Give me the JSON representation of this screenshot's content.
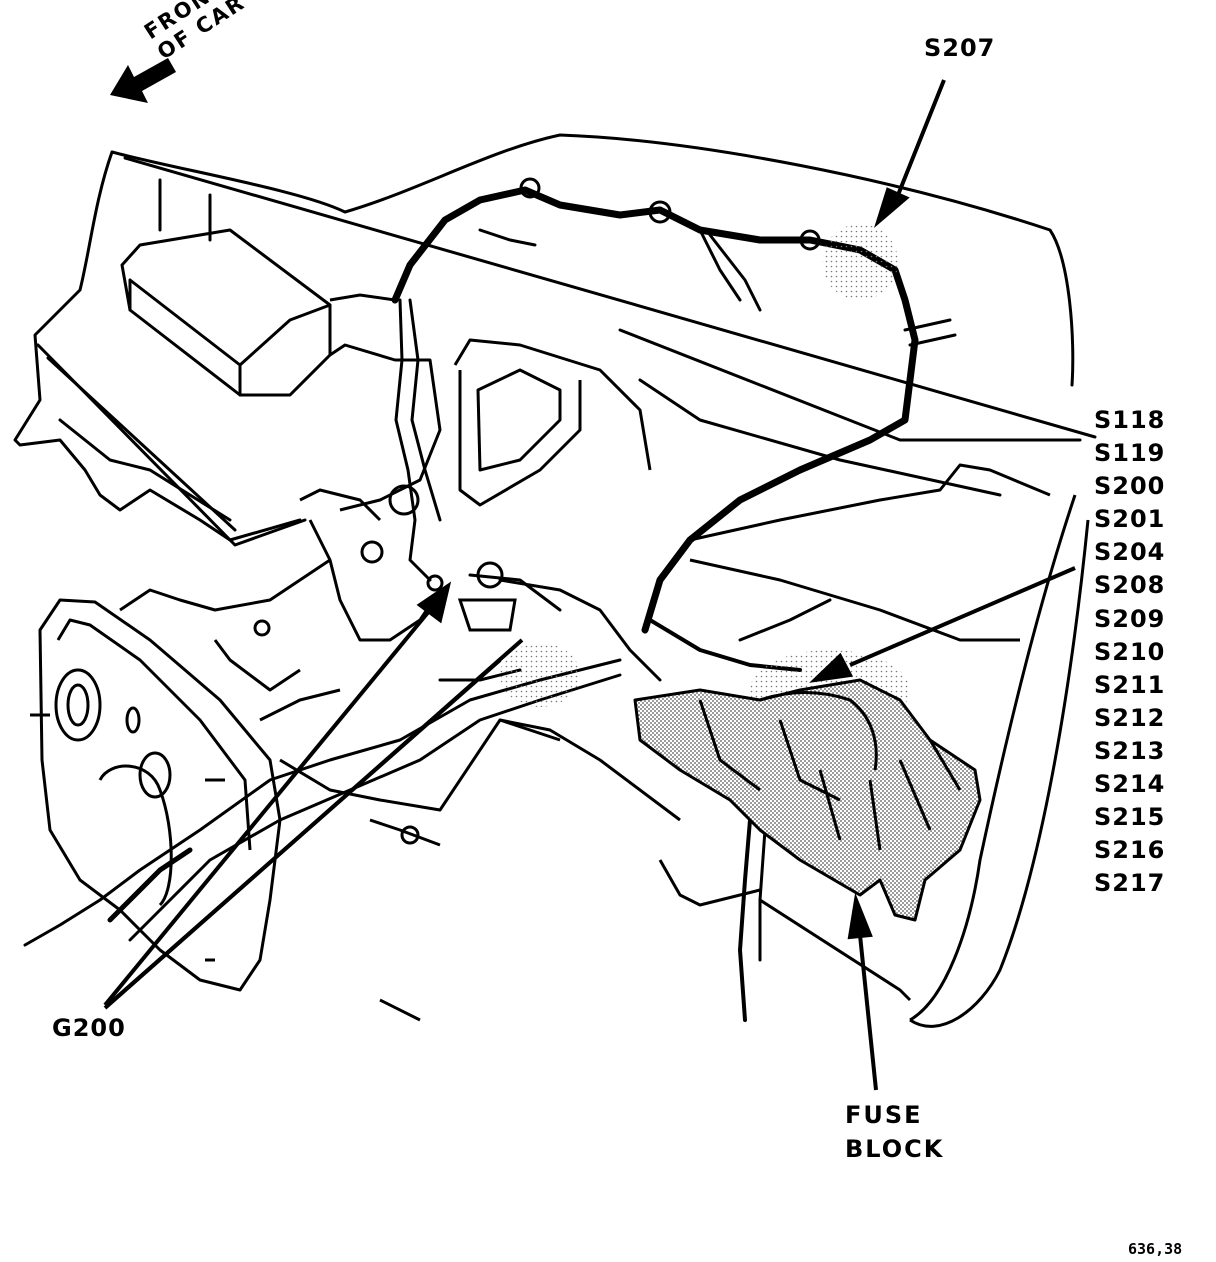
{
  "orientation": {
    "line1": "FRONT",
    "line2": "OF CAR"
  },
  "labels": {
    "s207": "S207",
    "g200": "G200",
    "fuse_block_line1": "FUSE",
    "fuse_block_line2": "BLOCK"
  },
  "splices": [
    "S118",
    "S119",
    "S200",
    "S201",
    "S204",
    "S208",
    "S209",
    "S210",
    "S211",
    "S212",
    "S213",
    "S214",
    "S215",
    "S216",
    "S217"
  ],
  "figure_number": "636,38"
}
